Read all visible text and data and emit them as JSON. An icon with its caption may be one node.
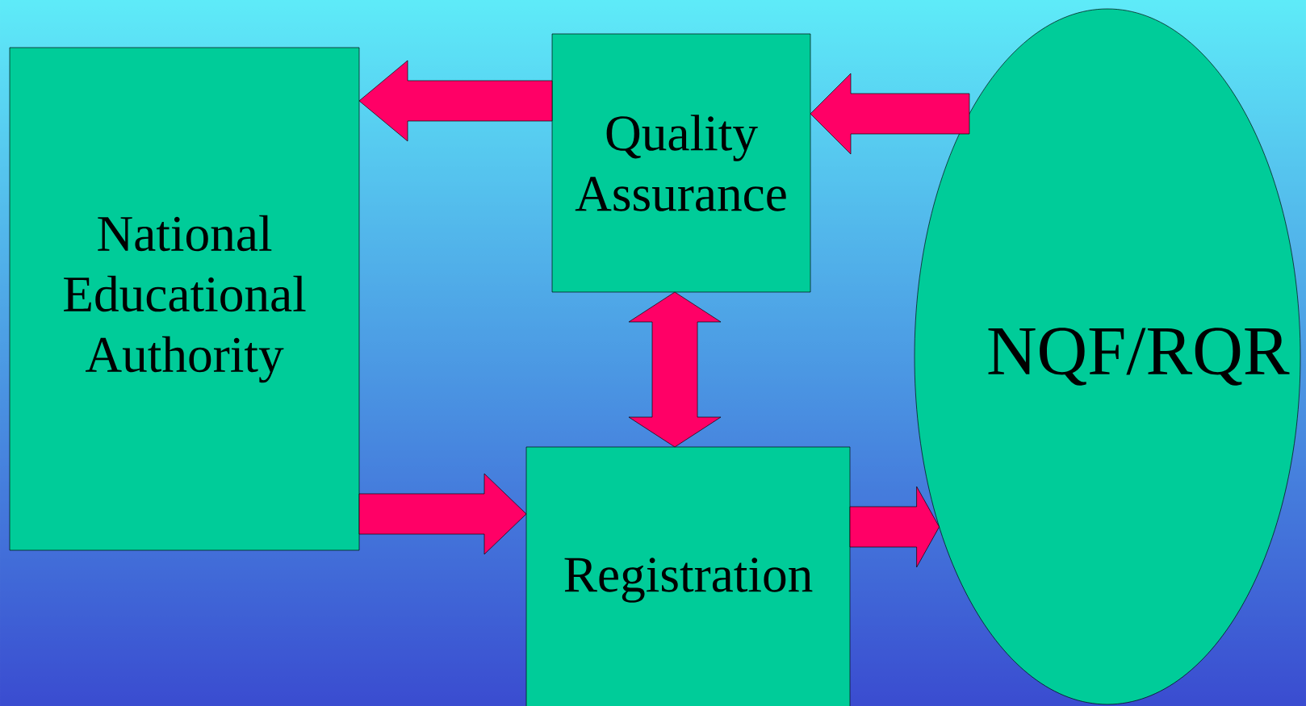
{
  "diagram": {
    "nodes": [
      {
        "text": [
          "National Educational Authority"
        ]
      },
      {
        "text": [
          "Quality Assurance"
        ]
      },
      {
        "text": [
          "Registration"
        ]
      },
      {
        "text": [
          "NQF/RQR"
        ]
      }
    ],
    "edges": [
      {
        "from": 1,
        "to": 0,
        "arrow": "to"
      },
      {
        "from": 3,
        "to": 1,
        "arrow": "to"
      },
      {
        "from": 1,
        "to": 2,
        "arrow": "both"
      },
      {
        "from": 0,
        "to": 2,
        "arrow": "to"
      },
      {
        "from": 2,
        "to": 3,
        "arrow": "to"
      }
    ]
  }
}
